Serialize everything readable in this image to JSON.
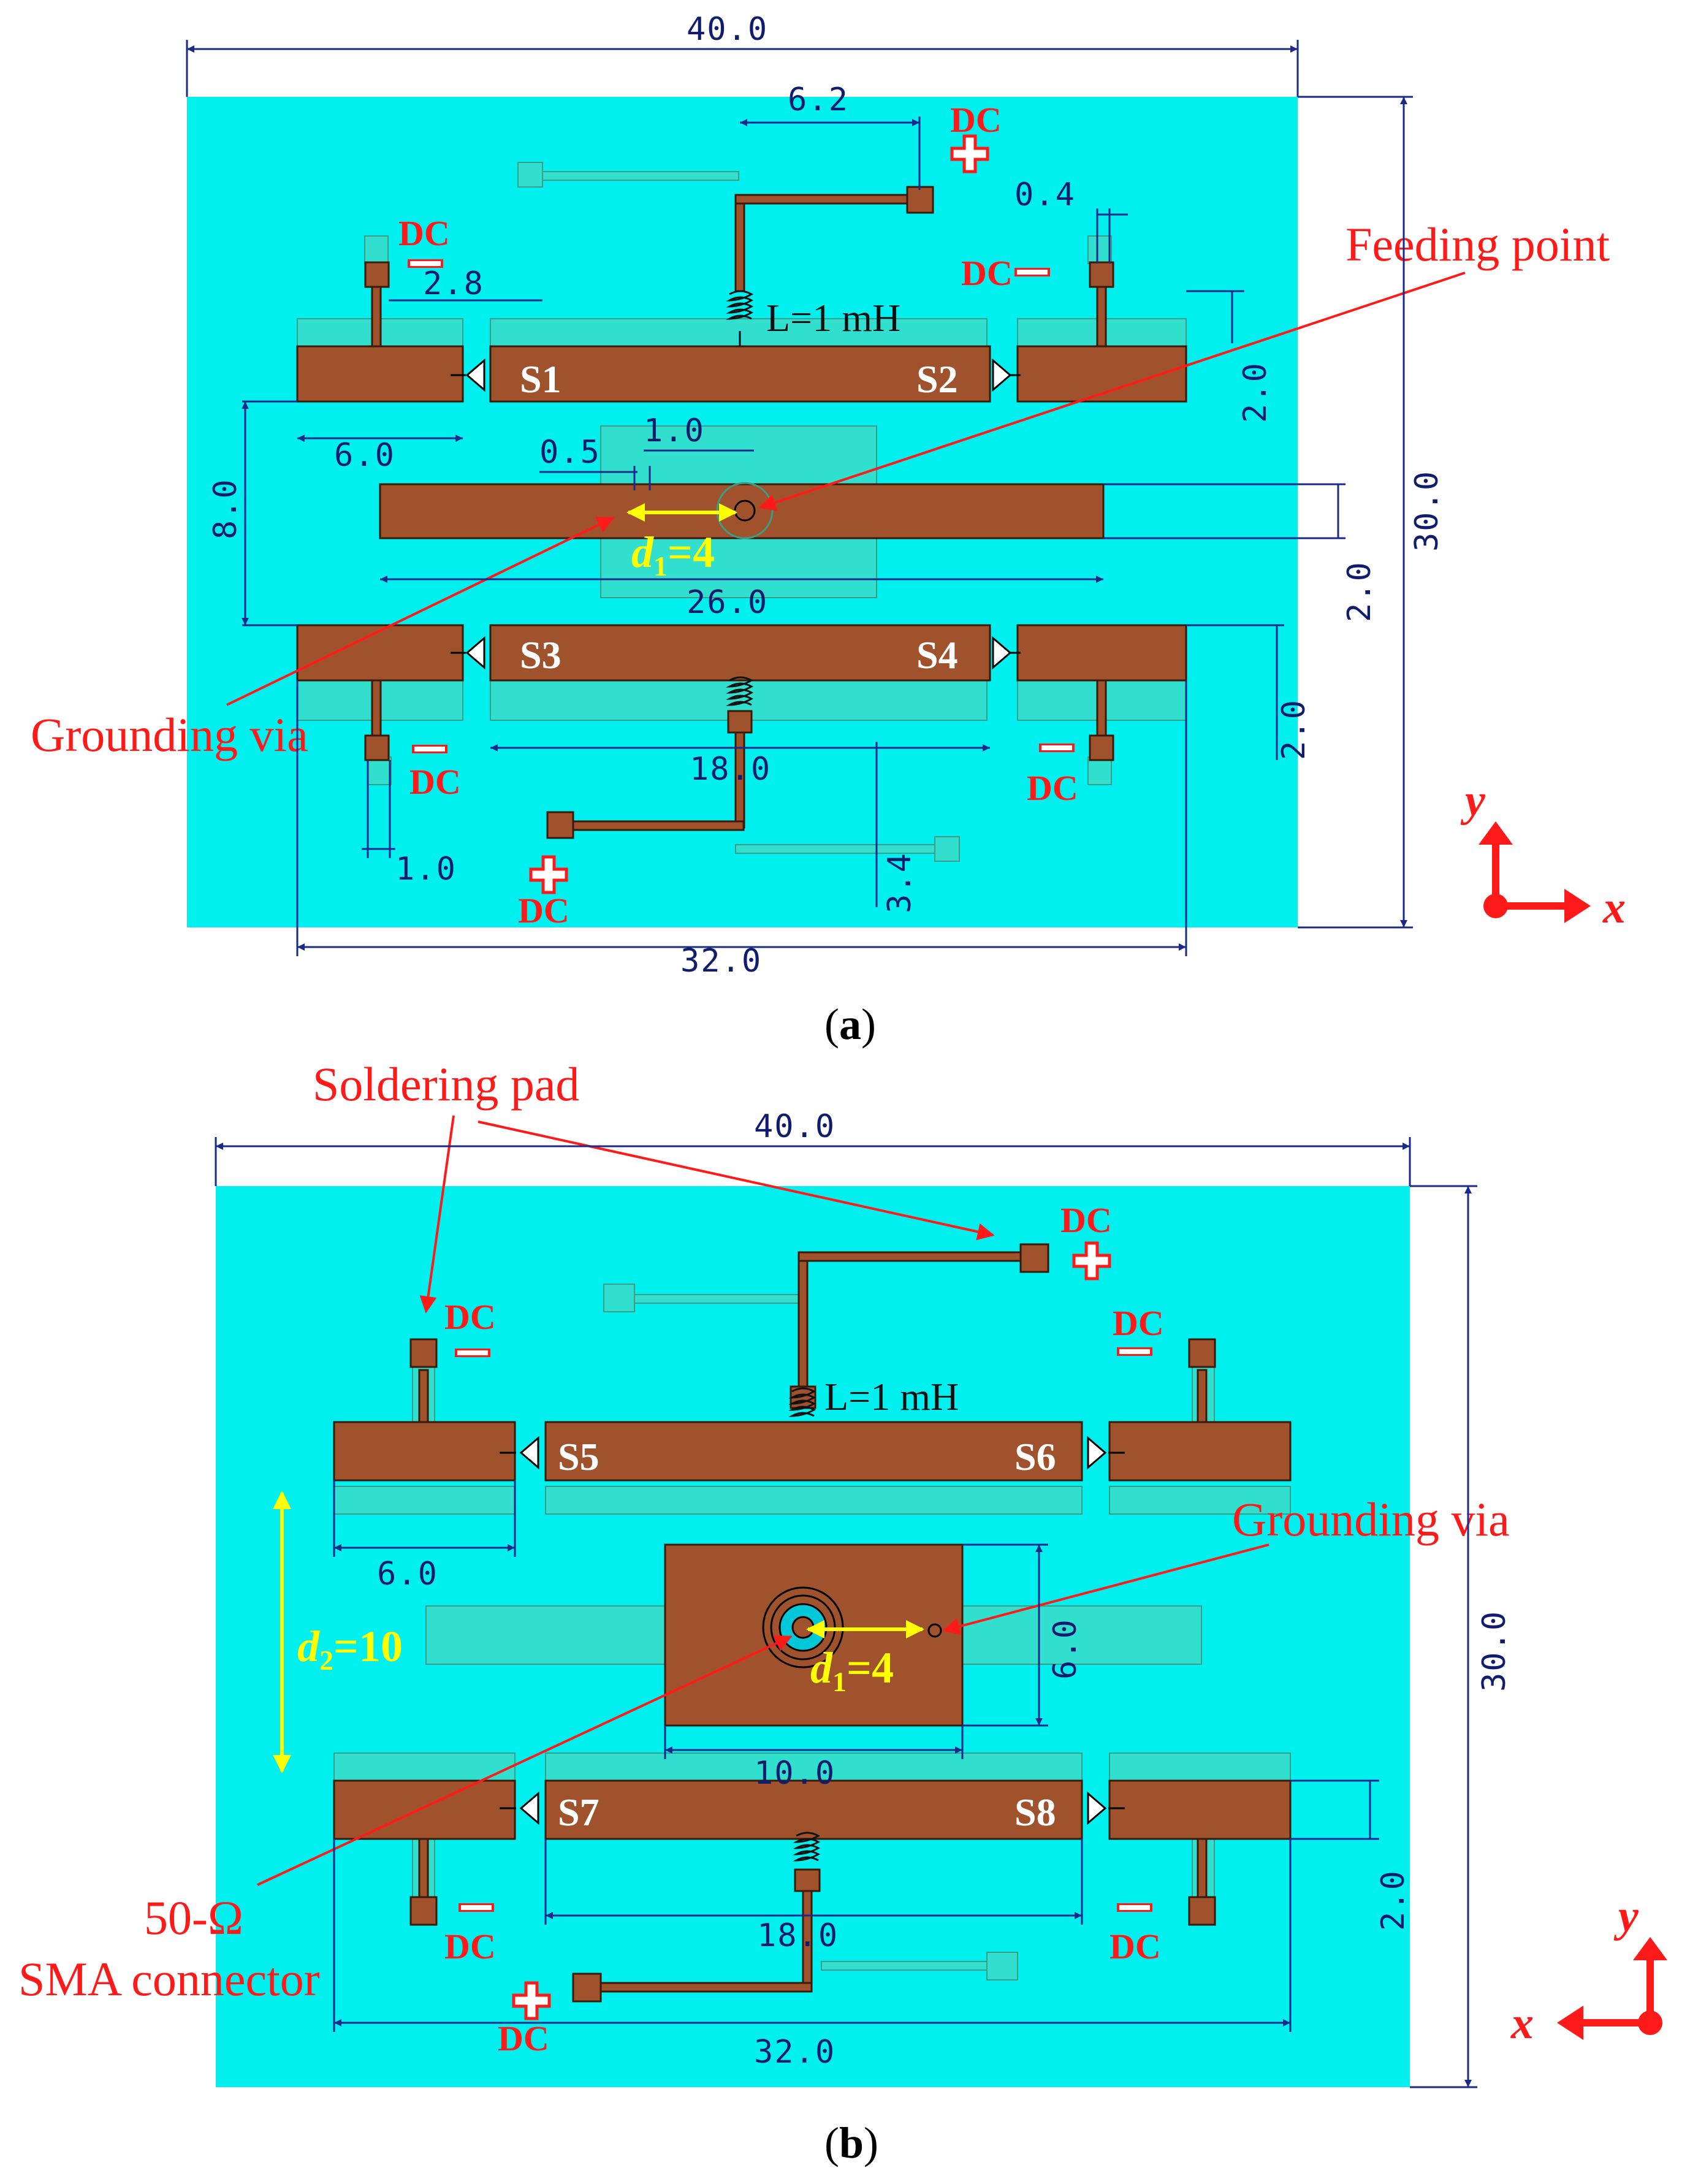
{
  "panel_a": {
    "caption_letter": "a",
    "dims": {
      "width": "40.0",
      "height": "30.0",
      "bottom_width": "32.0",
      "ground_len": "26.0",
      "switch_gap_len": "18.0",
      "feed_line": "6.2",
      "via_gap": "0.4",
      "pad_offset": "2.8",
      "stub_width": "6.0",
      "gap_8": "8.0",
      "strip_w_upper": "2.0",
      "strip_w_ground": "2.0",
      "strip_w_lower": "2.0",
      "off_05": "0.5",
      "off_10": "1.0",
      "pad_w": "1.0",
      "line_34": "3.4"
    },
    "labels": {
      "feeding_point": "Feeding point",
      "grounding_via": "Grounding via",
      "inductor": "L=1 mH",
      "d1": "d",
      "d1_sub": "1",
      "d1_val": "=4",
      "s1": "S1",
      "s2": "S2",
      "s3": "S3",
      "s4": "S4",
      "dc": "DC",
      "axis_x": "x",
      "axis_y": "y"
    }
  },
  "panel_b": {
    "caption_letter": "b",
    "dims": {
      "width": "40.0",
      "height": "30.0",
      "bottom_width": "32.0",
      "center_gap": "18.0",
      "stub_width": "6.0",
      "box_w": "10.0",
      "box_h": "6.0",
      "strip_w": "2.0"
    },
    "labels": {
      "soldering_pad": "Soldering pad",
      "grounding_via": "Grounding via",
      "sma_1": "50-Ω",
      "sma_2": "SMA connector",
      "inductor": "L=1 mH",
      "d1": "d",
      "d1_sub": "1",
      "d1_val": "=4",
      "d2": "d",
      "d2_sub": "2",
      "d2_val": "=10",
      "s5": "S5",
      "s6": "S6",
      "s7": "S7",
      "s8": "S8",
      "dc": "DC",
      "axis_x": "x",
      "axis_y": "y"
    }
  },
  "colors": {
    "substrate": "#00f0f0",
    "copper": "#a0522d",
    "dimension": "#101c6e",
    "annotation": "#ff1a1a",
    "highlight": "#ffff00"
  }
}
